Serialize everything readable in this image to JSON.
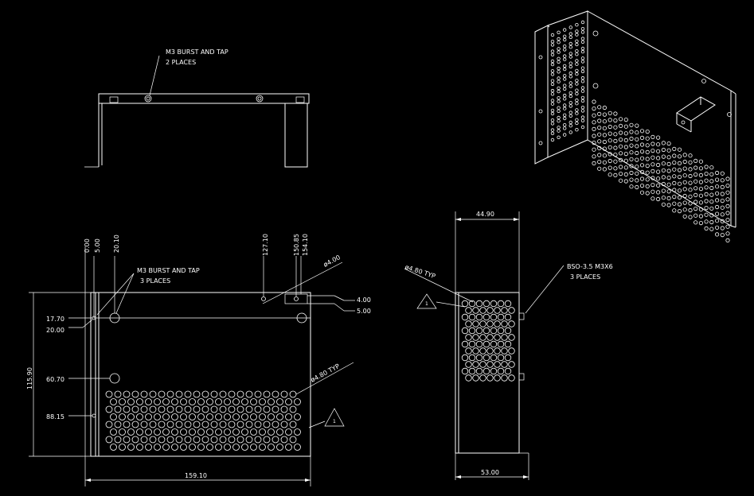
{
  "top_view": {
    "note_line1": "M3 BURST AND TAP",
    "note_line2": "2 PLACES"
  },
  "front_view": {
    "vertical_dims": [
      "0.00",
      "5.00",
      "20.10",
      "127.10",
      "150.85",
      "154.10"
    ],
    "note_line1": "M3 BURST AND TAP",
    "note_line2": "3 PLACES",
    "dia_label": "ø4.00",
    "right_dims": [
      "4.00",
      "5.00"
    ],
    "left_dims": [
      "17.70",
      "20.00",
      "60.70",
      "88.15"
    ],
    "height_dim": "115.90",
    "hole_typ": "ø4.80 TYP",
    "width_dim": "159.10",
    "note_marker": "1"
  },
  "side_view": {
    "top_dim": "44.90",
    "hole_typ": "ø4.80 TYP",
    "note_marker": "1",
    "bso_line1": "BSO-3.5 M3X6",
    "bso_line2": "3 PLACES",
    "bottom_dim": "53.00"
  }
}
